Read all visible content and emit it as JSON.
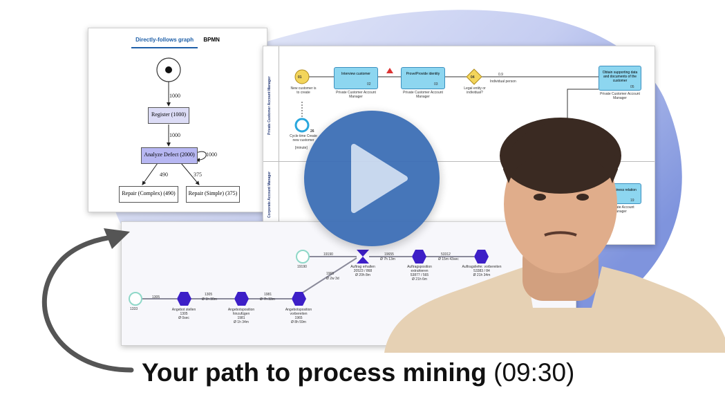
{
  "dfg_panel": {
    "tabs": [
      {
        "label": "Directly-follows graph",
        "active": true
      },
      {
        "label": "BPMN",
        "active": false
      }
    ],
    "nodes": {
      "register": "Register (1000)",
      "analyze": "Analyze Defect (2000)",
      "repair_complex": "Repair (Complex) (490)",
      "repair_simple": "Repair (Simple) (375)"
    },
    "edges": {
      "start_register": "1000",
      "register_analyze": "1000",
      "analyze_loop": "1000",
      "analyze_complex": "490",
      "analyze_simple": "375"
    }
  },
  "bpmn_panel": {
    "lane_top": "Private Customer Account Manager",
    "lane_bottom": "Corporate Account Manager",
    "start_event": {
      "id": "01",
      "label": "New customer is to create"
    },
    "tasks": [
      {
        "label": "Interview customer",
        "id": "02",
        "role": "Private Customer Account Manager"
      },
      {
        "label": "Prove/Provide identity",
        "id": "03",
        "role": "Private Customer Account Manager"
      },
      {
        "label": "Obtain supporting data and documents of the customer",
        "id": "05",
        "role": "Private Customer Account Manager"
      },
      {
        "label": "End business relation",
        "id": "19",
        "role": "Corporate Account Manager"
      }
    ],
    "gateway": {
      "id": "04",
      "label": "Legal entity or individual?"
    },
    "gateway_branch": {
      "prob": "0.9",
      "label": "Individual person"
    },
    "timer": {
      "id": "26",
      "label": "Cycle time Create new customer",
      "unit": "[minute]"
    }
  },
  "process_panel": {
    "start_a": "1333",
    "start_b": "19190",
    "activities": [
      {
        "name": "Angebot stellen",
        "count": "1305",
        "time": "Ø 0sec"
      },
      {
        "name": "Angebotsposition hinzufügen",
        "count": "1981",
        "time": "Ø 1h 34m"
      },
      {
        "name": "Angebotsposition vorbereiten",
        "count": "1965",
        "time": "Ø 8h 59m"
      },
      {
        "name": "Auftrag erhalten",
        "count": "20523 / 868",
        "time": "Ø 20h 8m"
      },
      {
        "name": "Auftragsposition extrahieren",
        "count": "53877 / 565",
        "time": "Ø 21h 6m"
      },
      {
        "name": "Auftragsliefer. vorbereiten",
        "count": "53383 / 84",
        "time": "Ø 21h 34m"
      }
    ],
    "edges": [
      {
        "count": "1305",
        "time": ""
      },
      {
        "count": "1305",
        "time": "Ø 1h 30m"
      },
      {
        "count": "1981",
        "time": "Ø 7h 33m"
      },
      {
        "count": "1965",
        "time": "Ø 2w 3d"
      },
      {
        "count": "19190",
        "time": ""
      },
      {
        "count": "19655",
        "time": "Ø 7h 13m"
      },
      {
        "count": "53312",
        "time": "Ø 15m 43sec"
      }
    ]
  },
  "video": {
    "title": "Your path to process mining",
    "duration": "(09:30)"
  },
  "colors": {
    "blob": "#b9c3ee",
    "play": "#3d6fb6",
    "activity": "#3d1fc7",
    "task": "#8dd6f0",
    "gateway": "#f3d55b"
  }
}
